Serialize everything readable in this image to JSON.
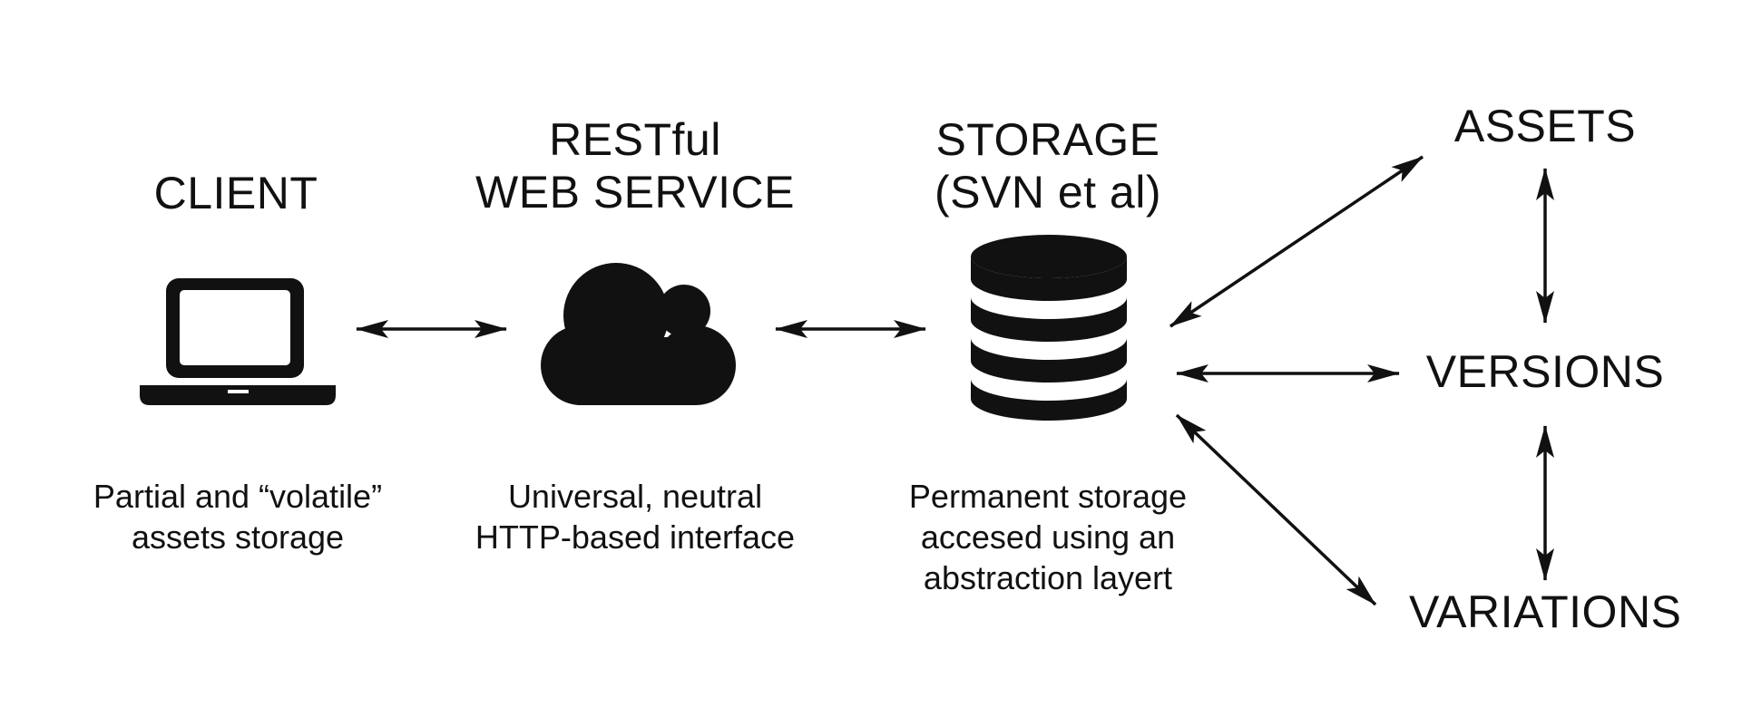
{
  "nodes": {
    "client": {
      "title": [
        "CLIENT"
      ],
      "description": [
        "Partial and “volatile”",
        "assets storage"
      ],
      "icon": "laptop-icon"
    },
    "web_service": {
      "title": [
        "RESTful",
        "WEB SERVICE"
      ],
      "description": [
        "Universal, neutral",
        "HTTP-based interface"
      ],
      "icon": "cloud-icon"
    },
    "storage": {
      "title": [
        "STORAGE",
        "(SVN et al)"
      ],
      "description": [
        "Permanent storage",
        "accesed using an",
        "abstraction layert"
      ],
      "icon": "database-icon"
    },
    "assets": {
      "title": "ASSETS"
    },
    "versions": {
      "title": "VERSIONS"
    },
    "variations": {
      "title": "VARIATIONS"
    }
  },
  "connections": [
    {
      "from": "client",
      "to": "web_service",
      "direction": "both"
    },
    {
      "from": "web_service",
      "to": "storage",
      "direction": "both"
    },
    {
      "from": "storage",
      "to": "assets",
      "direction": "both"
    },
    {
      "from": "storage",
      "to": "versions",
      "direction": "both"
    },
    {
      "from": "storage",
      "to": "variations",
      "direction": "both"
    },
    {
      "from": "assets",
      "to": "versions",
      "direction": "both"
    },
    {
      "from": "versions",
      "to": "variations",
      "direction": "both"
    }
  ],
  "colors": {
    "ink": "#111111",
    "background": "#ffffff"
  }
}
